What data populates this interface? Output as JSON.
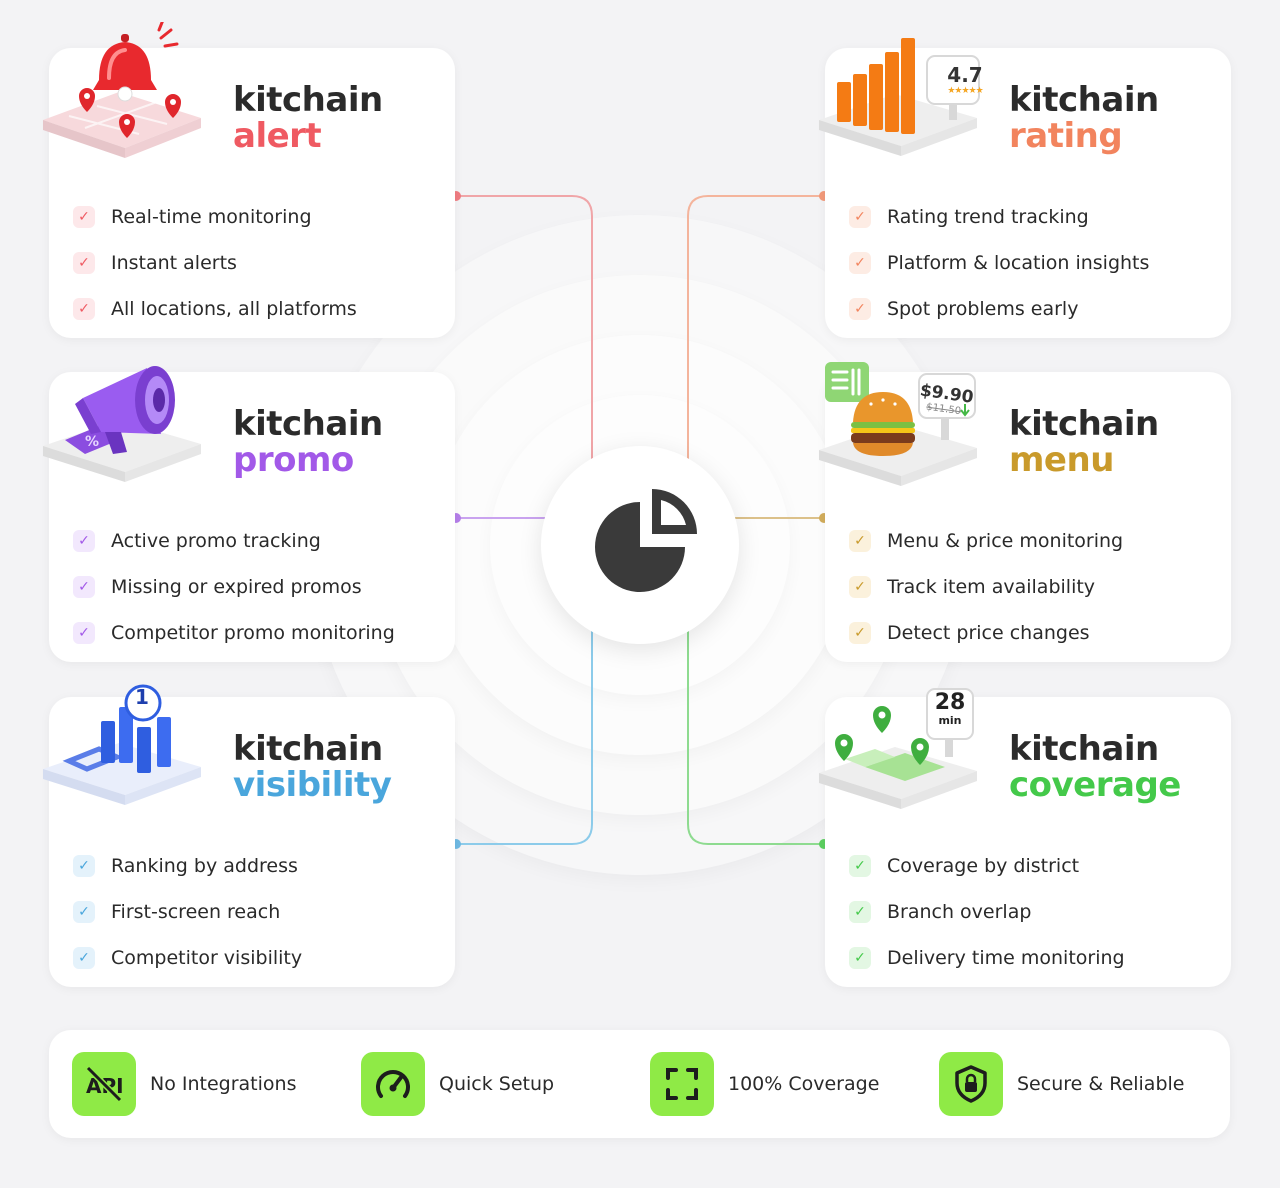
{
  "hub": {
    "icon": "pie-chart-icon"
  },
  "cards": [
    {
      "id": "alert",
      "brand": "kitchain",
      "product": "alert",
      "color": "#ef5a62",
      "check_bg": "#fde8ea",
      "icon": "bell-map-icon",
      "items": [
        "Real-time monitoring",
        "Instant alerts",
        "All locations, all platforms"
      ]
    },
    {
      "id": "rating",
      "brand": "kitchain",
      "product": "rating",
      "color": "#f2845e",
      "check_bg": "#fdece4",
      "icon": "rating-chart-icon",
      "badge": {
        "value": "4.7",
        "stars": "★★★★★"
      },
      "items": [
        "Rating trend tracking",
        "Platform & location insights",
        "Spot problems early"
      ]
    },
    {
      "id": "promo",
      "brand": "kitchain",
      "product": "promo",
      "color": "#a259e8",
      "check_bg": "#f2e8fd",
      "icon": "megaphone-icon",
      "items": [
        "Active promo tracking",
        "Missing or expired promos",
        "Competitor promo monitoring"
      ]
    },
    {
      "id": "menu",
      "brand": "kitchain",
      "product": "menu",
      "color": "#c99a2b",
      "check_bg": "#fbf1dc",
      "icon": "burger-price-icon",
      "badge": {
        "price": "$9.90",
        "old_price": "$11.50"
      },
      "items": [
        "Menu & price monitoring",
        "Track item availability",
        "Detect price changes"
      ]
    },
    {
      "id": "visibility",
      "brand": "kitchain",
      "product": "visibility",
      "color": "#4aa6dc",
      "check_bg": "#e4f2fb",
      "icon": "ranking-bars-icon",
      "badge": {
        "rank": "1"
      },
      "items": [
        "Ranking by address",
        "First-screen reach",
        "Competitor visibility"
      ]
    },
    {
      "id": "coverage",
      "brand": "kitchain",
      "product": "coverage",
      "color": "#44c94a",
      "check_bg": "#e3f7e3",
      "icon": "coverage-map-icon",
      "badge": {
        "value": "28",
        "unit": "min"
      },
      "items": [
        "Coverage by district",
        "Branch overlap",
        "Delivery time monitoring"
      ]
    }
  ],
  "features": [
    {
      "label": "No Integrations",
      "icon": "no-api-icon"
    },
    {
      "label": "Quick Setup",
      "icon": "speedometer-icon"
    },
    {
      "label": "100% Coverage",
      "icon": "frame-corners-icon"
    },
    {
      "label": "Secure & Reliable",
      "icon": "shield-lock-icon"
    }
  ],
  "accent": "#8fea46"
}
